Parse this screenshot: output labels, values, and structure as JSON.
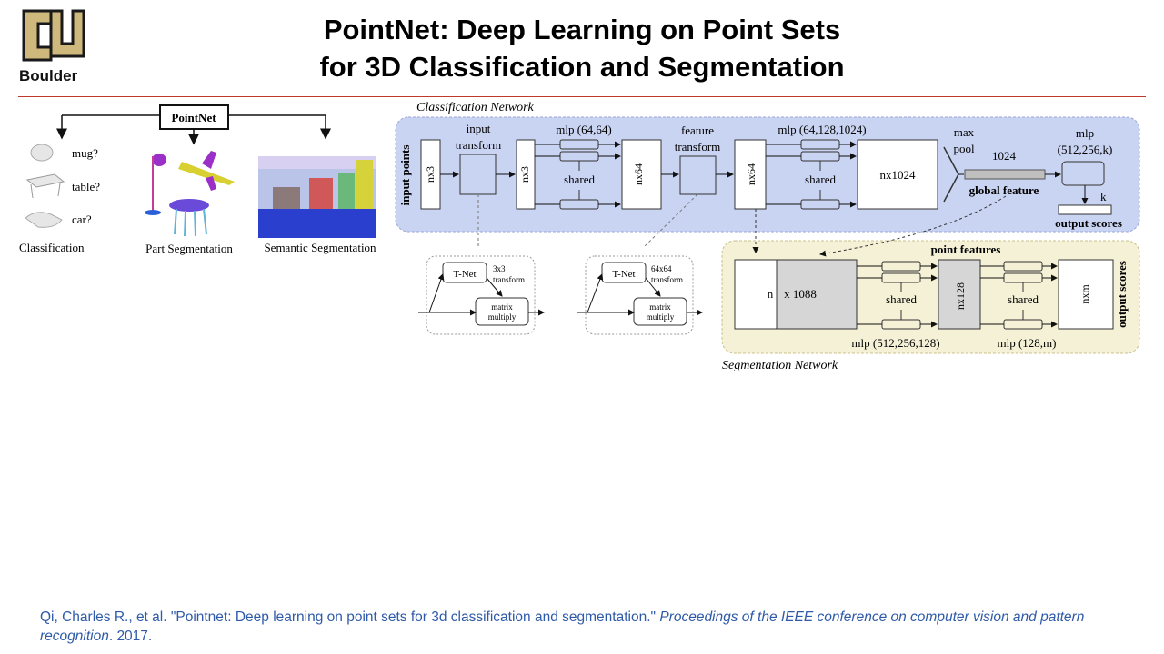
{
  "header": {
    "logo_text": "Boulder",
    "title_line1": "PointNet: Deep Learning on Point Sets",
    "title_line2": "for 3D Classification and Segmentation"
  },
  "colors": {
    "accent_rule": "#c0392b",
    "classification_bg": "#c9d3f2",
    "segmentation_bg": "#f4f1d6",
    "citation": "#2e5aa8"
  },
  "tasks": {
    "root": "PointNet",
    "classification": {
      "caption": "Classification",
      "labels": [
        "mug?",
        "table?",
        "car?"
      ]
    },
    "part_segmentation": {
      "caption": "Part Segmentation"
    },
    "semantic_segmentation": {
      "caption": "Semantic Segmentation"
    }
  },
  "classification_network": {
    "label": "Classification Network",
    "input_points": "input points",
    "nx3_a": "nx3",
    "input_transform": [
      "input",
      "transform"
    ],
    "nx3_b": "nx3",
    "mlp1": "mlp (64,64)",
    "shared1": "shared",
    "nx64_a": "nx64",
    "feature_transform": [
      "feature",
      "transform"
    ],
    "nx64_b": "nx64",
    "mlp2": "mlp (64,128,1024)",
    "shared2": "shared",
    "nx1024": "nx1024",
    "max_pool": [
      "max",
      "pool"
    ],
    "dim1024": "1024",
    "global_feature": "global feature",
    "mlp3": [
      "mlp",
      "(512,256,k)"
    ],
    "k": "k",
    "output_scores": "output scores"
  },
  "tnets": [
    {
      "name": "T-Net",
      "transform": [
        "3x3",
        "transform"
      ],
      "matrix": [
        "matrix",
        "multiply"
      ]
    },
    {
      "name": "T-Net",
      "transform": [
        "64x64",
        "transform"
      ],
      "matrix": [
        "matrix",
        "multiply"
      ]
    }
  ],
  "segmentation_network": {
    "label": "Segmentation Network",
    "point_features": "point features",
    "n": "n",
    "x1088": "x 1088",
    "shared1": "shared",
    "mlp1": "mlp (512,256,128)",
    "nx128": "nx128",
    "shared2": "shared",
    "mlp2": "mlp (128,m)",
    "nxm": "nxm",
    "output_scores": "output scores"
  },
  "citation": {
    "authors_title": "Qi, Charles R., et al. \"Pointnet: Deep learning on point sets for 3d classification and segmentation.\" ",
    "venue": "Proceedings of the IEEE conference on computer vision and pattern recognition",
    "year": ". 2017."
  }
}
